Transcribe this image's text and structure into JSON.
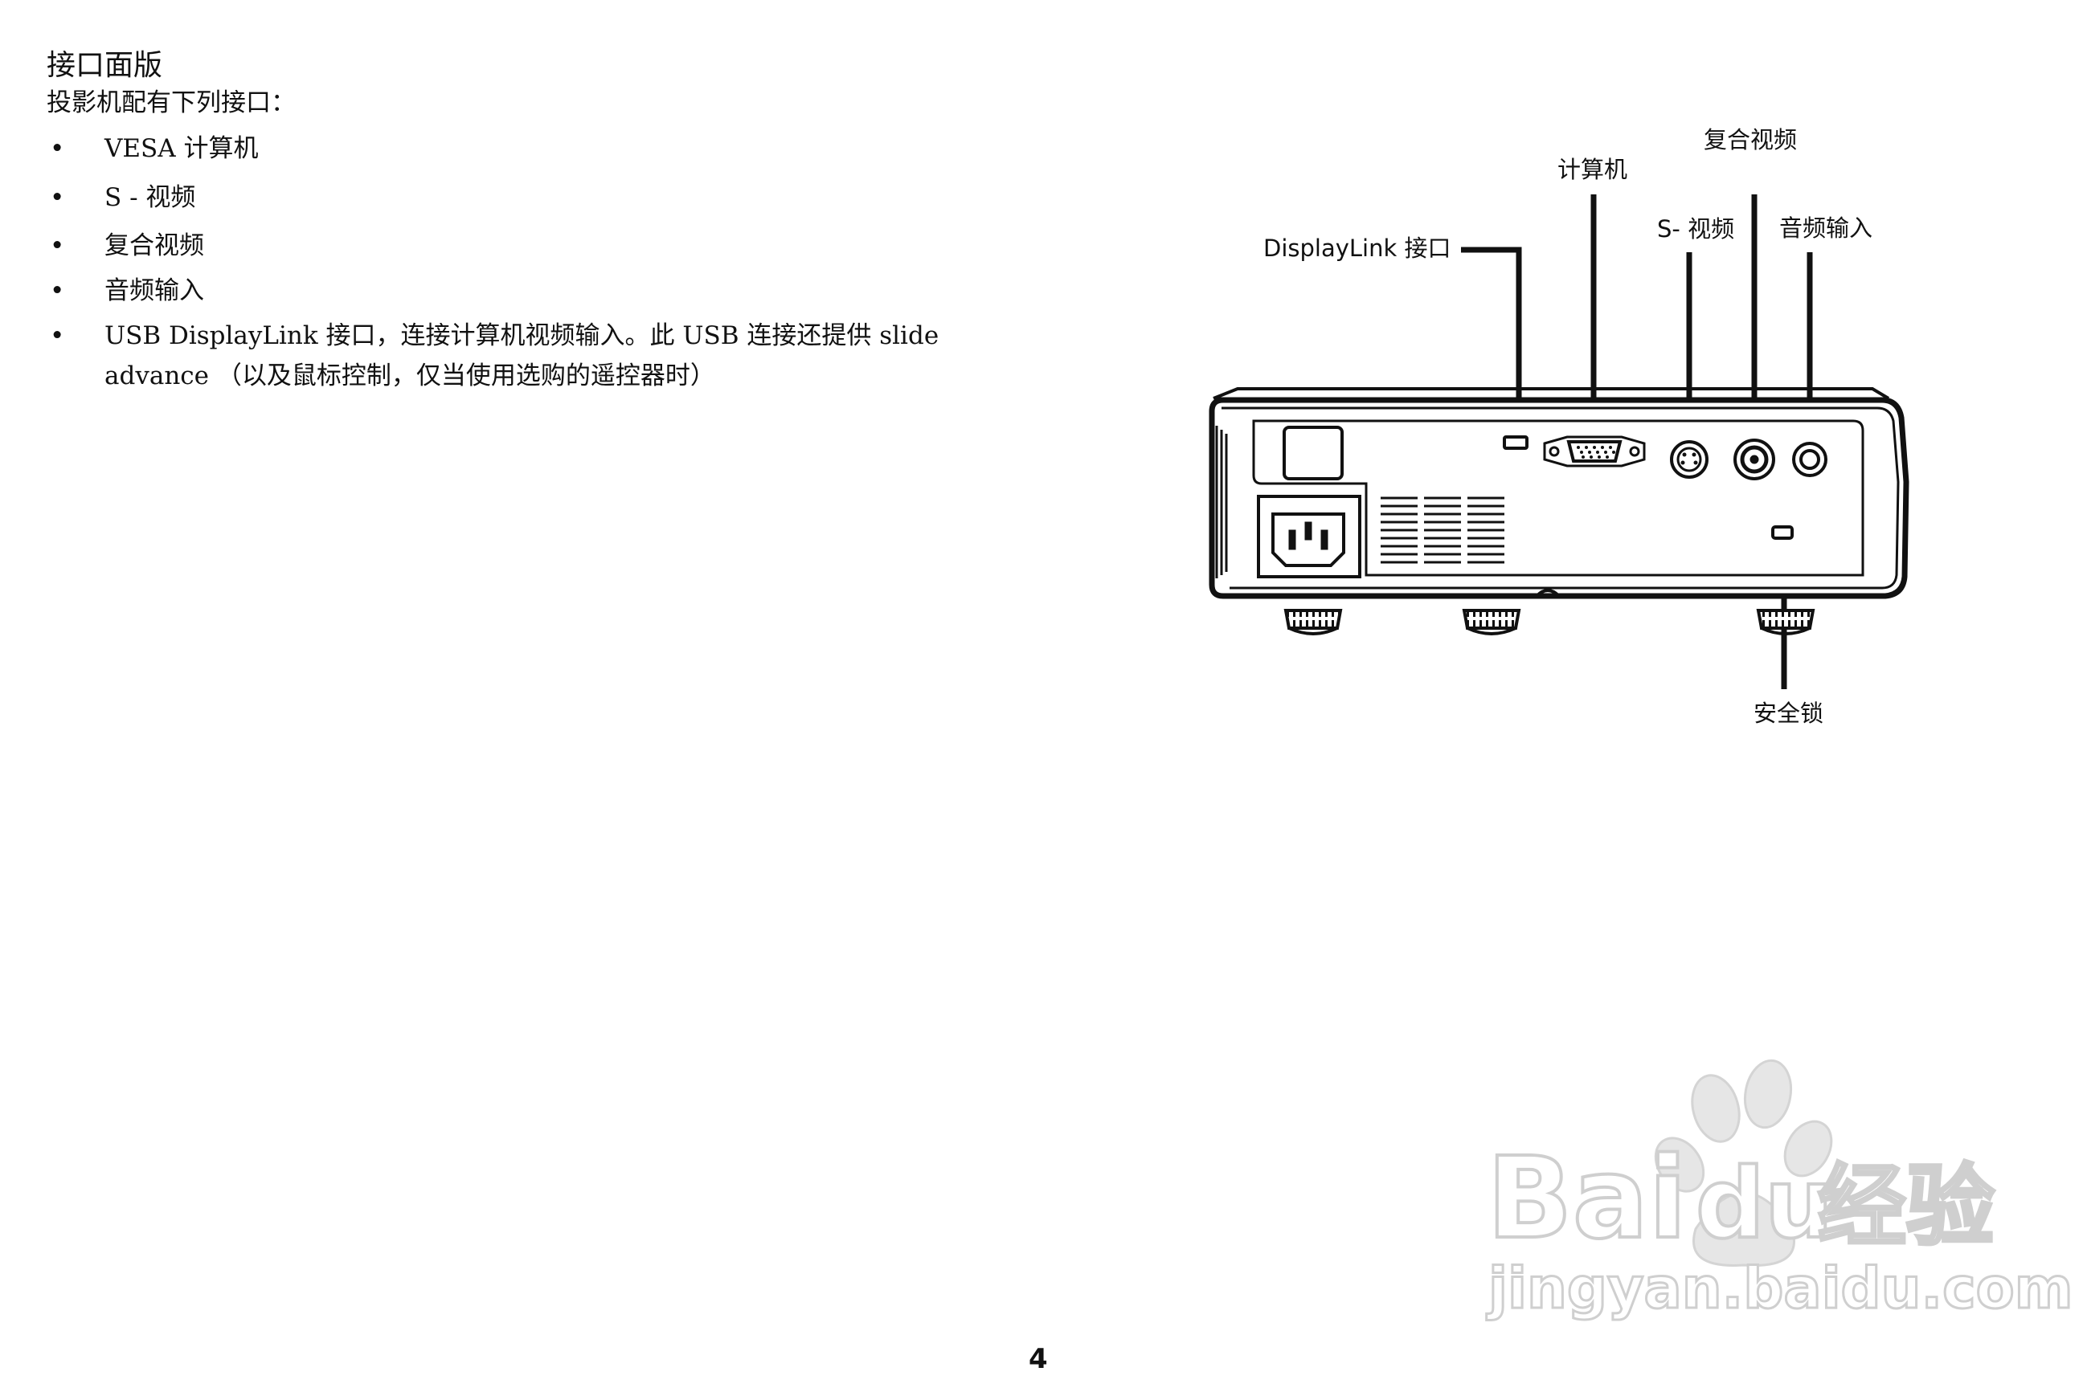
{
  "section": {
    "title": "接口面版",
    "intro": "投影机配有下列接口："
  },
  "bullet_symbol": "•",
  "connectors_list": [
    {
      "text": "VESA 计算机"
    },
    {
      "text": "S - 视频"
    },
    {
      "text": "复合视频"
    },
    {
      "text": "音频输入"
    },
    {
      "text": "USB DisplayLink 接口，连接计算机视频输入。此 USB 连接还提供 slide advance （以及鼠标控制，仅当使用选购的遥控器时）"
    }
  ],
  "diagram": {
    "callouts": {
      "displaylink": "DisplayLink 接口",
      "computer": "计算机",
      "composite": "复合视频",
      "svideo": "S- 视频",
      "audio": "音频输入",
      "security": "安全锁"
    }
  },
  "watermark": {
    "brand": "Bai",
    "brand_tail": "du",
    "service": "经验",
    "url": "jingyan.baidu.com"
  },
  "page_number": "4"
}
